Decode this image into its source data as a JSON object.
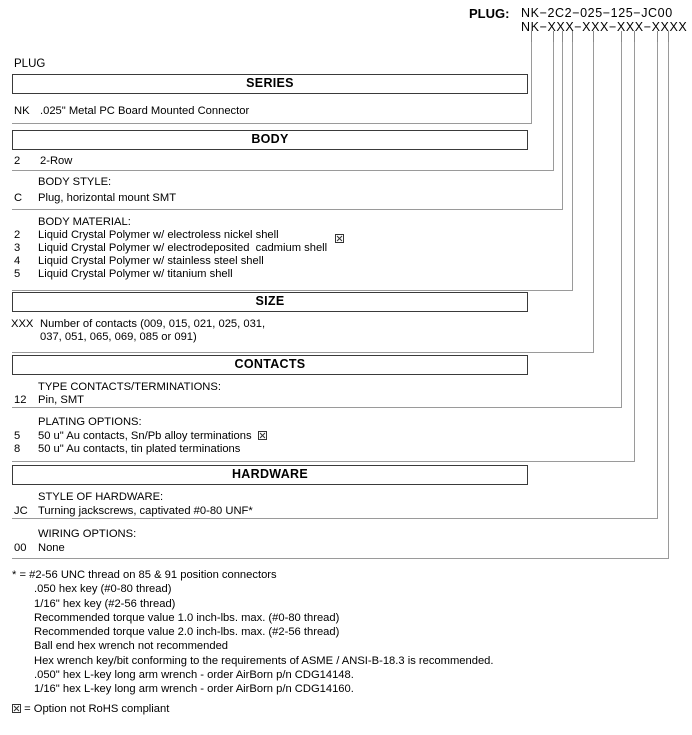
{
  "header": {
    "label": "PLUG:",
    "part_number": "NK−2C2−025−125−JC00",
    "mask": "NK−XXX−XXX−XXX−XXXX"
  },
  "plug_caption": "PLUG",
  "sections": [
    {
      "title": "SERIES",
      "groups": [
        {
          "label": "",
          "rows": [
            {
              "code": "NK",
              "text": ".025\" Metal PC Board Mounted Connector",
              "rohs": false
            }
          ]
        }
      ]
    },
    {
      "title": "BODY",
      "groups": [
        {
          "label": "",
          "rows": [
            {
              "code": "2",
              "text": "2-Row",
              "rohs": false
            }
          ]
        },
        {
          "label": "BODY STYLE:",
          "rows": [
            {
              "code": "C",
              "text": "Plug, horizontal mount SMT",
              "rohs": false
            }
          ]
        },
        {
          "label": "BODY MATERIAL:",
          "rows": [
            {
              "code": "2",
              "text": "Liquid Crystal Polymer w/ electroless nickel shell",
              "rohs": false
            },
            {
              "code": "3",
              "text": "Liquid Crystal Polymer w/ electrodeposited  cadmium shell",
              "rohs": true
            },
            {
              "code": "4",
              "text": "Liquid Crystal Polymer w/ stainless steel shell",
              "rohs": false
            },
            {
              "code": "5",
              "text": "Liquid Crystal Polymer w/ titanium shell",
              "rohs": false
            }
          ]
        }
      ]
    },
    {
      "title": "SIZE",
      "groups": [
        {
          "label": "",
          "rows": [
            {
              "code": "XXX",
              "text": "Number of contacts (009, 015, 021, 025, 031,",
              "rohs": false
            },
            {
              "code": "",
              "text": "037, 051, 065, 069, 085 or 091)",
              "rohs": false
            }
          ]
        }
      ]
    },
    {
      "title": "CONTACTS",
      "groups": [
        {
          "label": "TYPE CONTACTS/TERMINATIONS:",
          "rows": [
            {
              "code": "12",
              "text": "Pin, SMT",
              "rohs": false
            }
          ]
        },
        {
          "label": "PLATING OPTIONS:",
          "rows": [
            {
              "code": "5",
              "text": "50 u\" Au contacts, Sn/Pb alloy terminations",
              "rohs": true
            },
            {
              "code": "8",
              "text": "50 u\" Au contacts, tin plated terminations",
              "rohs": false
            }
          ]
        }
      ]
    },
    {
      "title": "HARDWARE",
      "groups": [
        {
          "label": "STYLE OF HARDWARE:",
          "rows": [
            {
              "code": "JC",
              "text": "Turning jackscrews, captivated #0-80 UNF*",
              "rohs": false
            }
          ]
        },
        {
          "label": "WIRING OPTIONS:",
          "rows": [
            {
              "code": "00",
              "text": "None",
              "rohs": false
            }
          ]
        }
      ]
    }
  ],
  "footnotes": [
    "* = #2-56 UNC thread on 85 & 91 position connectors",
    ".050 hex key (#0-80 thread)",
    "1/16\" hex key (#2-56 thread)",
    "Recommended torque value 1.0 inch-lbs. max. (#0-80 thread)",
    "Recommended torque value 2.0 inch-lbs. max. (#2-56 thread)",
    "Ball end hex wrench not recommended",
    "Hex wrench key/bit conforming to the requirements of ASME / ANSI-B-18.3 is recommended.",
    ".050\" hex L-key long arm wrench - order AirBorn p/n CDG14148.",
    "1/16\" hex L-key long arm wrench - order AirBorn p/n CDG14160."
  ],
  "rohs_legend": " = Option not RoHS compliant",
  "labels": {
    "series_header": "SERIES",
    "body_header": "BODY",
    "size_header": "SIZE",
    "contacts_header": "CONTACTS",
    "hardware_header": "HARDWARE"
  },
  "colors": {
    "box_border": "#3a3a3a",
    "rule": "#9a9a9a",
    "text": "#000000"
  }
}
